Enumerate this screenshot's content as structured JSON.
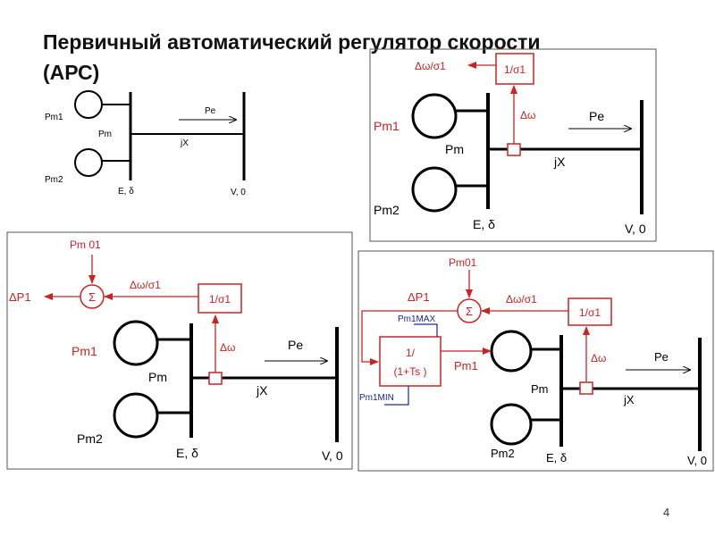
{
  "slide": {
    "title_line1": "Первичный автоматический регулятор скорости",
    "title_line2": "(АРС)",
    "page_number": "4"
  },
  "colors": {
    "line": "#000000",
    "control": "#cc2222",
    "limit": "#1a2a8a"
  },
  "labels": {
    "pm1": "Pm1",
    "pm2": "Pm2",
    "pm": "Pm",
    "pe": "Pe",
    "jx": "jX",
    "e_delta": "E, δ",
    "v0": "V, 0",
    "inv_sigma": "1/σ1",
    "delta_omega": "Δω",
    "delta_omega_sigma": "Δω/σ1",
    "sum_symbol": "Σ",
    "pm01_spaced": "Pm 01",
    "pm01": "Pm01",
    "dp1": "ΔP1",
    "tf_line1": "1/",
    "tf_line2": "(1+Ts )",
    "pm1max": "Pm1MAX",
    "pm1min": "Pm1MIN"
  }
}
